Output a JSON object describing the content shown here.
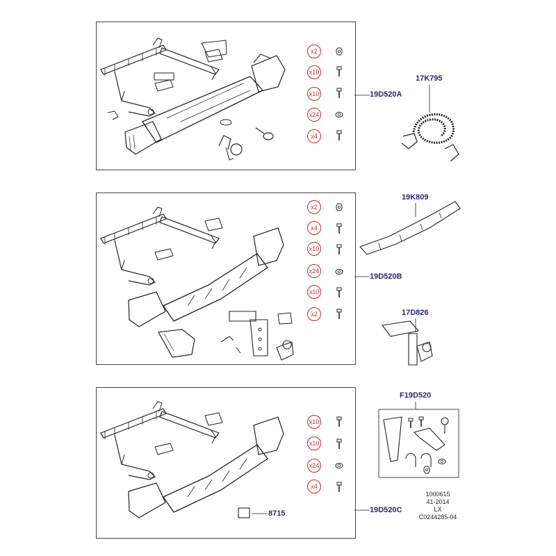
{
  "panel_a": {
    "part_number": "19D520A",
    "hardware": [
      {
        "qty": "x2",
        "type": "nut"
      },
      {
        "qty": "x10",
        "type": "bolt"
      },
      {
        "qty": "x10",
        "type": "bolt"
      },
      {
        "qty": "x24",
        "type": "washer"
      },
      {
        "qty": "x4",
        "type": "bolt"
      }
    ]
  },
  "panel_b": {
    "part_number": "19D520B",
    "hardware": [
      {
        "qty": "x2",
        "type": "nut"
      },
      {
        "qty": "x4",
        "type": "bolt"
      },
      {
        "qty": "x10",
        "type": "bolt"
      },
      {
        "qty": "x24",
        "type": "washer"
      },
      {
        "qty": "x10",
        "type": "bolt"
      },
      {
        "qty": "x2",
        "type": "bolt"
      }
    ]
  },
  "panel_c": {
    "part_number": "19D520C",
    "hardware": [
      {
        "qty": "x10",
        "type": "bolt"
      },
      {
        "qty": "x10",
        "type": "bolt"
      },
      {
        "qty": "x24",
        "type": "washer"
      },
      {
        "qty": "x4",
        "type": "bolt"
      }
    ],
    "cap_part": "8715"
  },
  "side_parts": {
    "tow_rope": "17K795",
    "trim_panel": "19K809",
    "tow_ball_mount": "17D826",
    "kit": "F19D520"
  },
  "footer": {
    "line1": "1000615",
    "line2": "41-2014",
    "line3": "LX",
    "line4": "C0244285-04"
  },
  "colors": {
    "callout": "#1f2a7a",
    "qty_circle": "#c62828",
    "line_art": "#222222",
    "frame": "#444444"
  }
}
